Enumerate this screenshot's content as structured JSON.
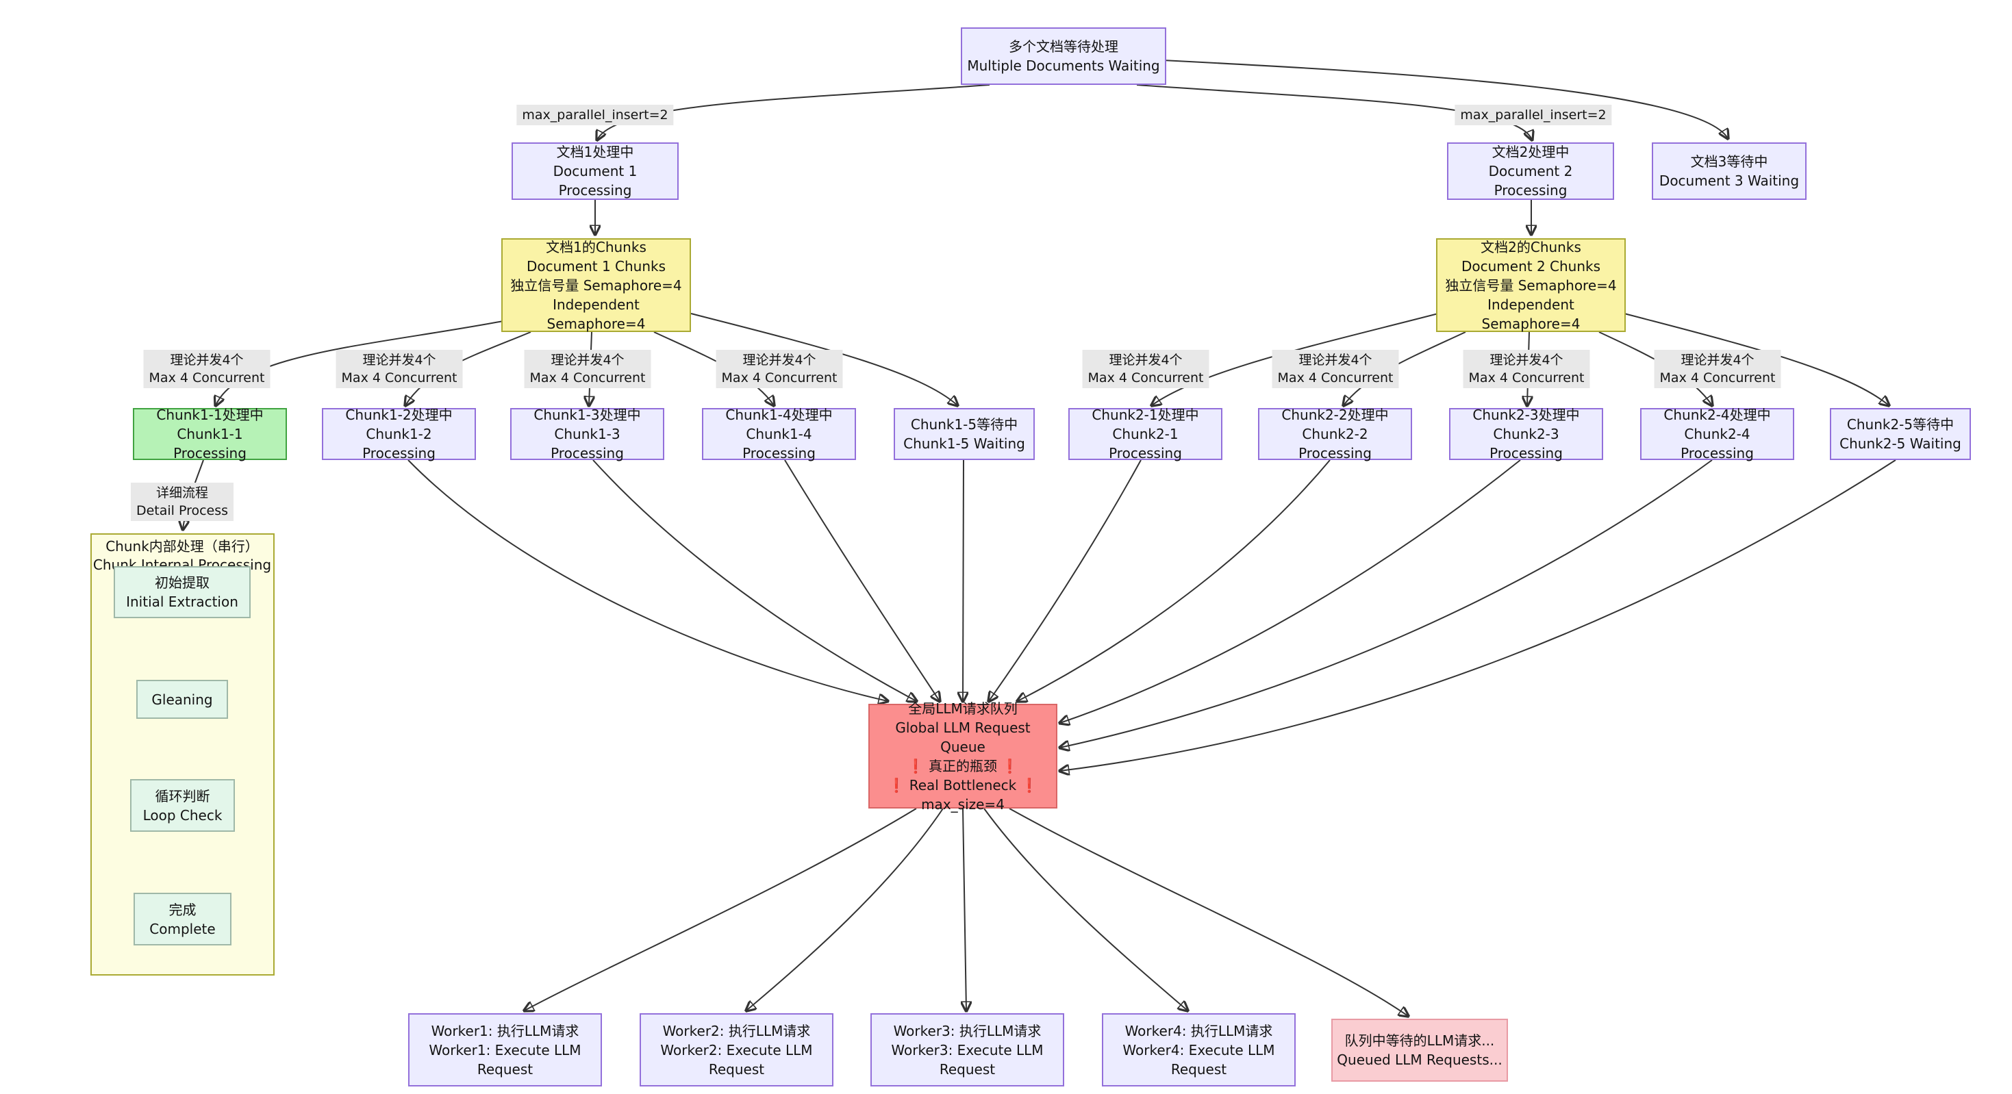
{
  "diagram": {
    "nodes": {
      "multi_docs": [
        "多个文档等待处理",
        "Multiple Documents Waiting"
      ],
      "doc1": [
        "文档1处理中",
        "Document 1 Processing"
      ],
      "doc2": [
        "文档2处理中",
        "Document 2 Processing"
      ],
      "doc3": [
        "文档3等待中",
        "Document 3 Waiting"
      ],
      "chunks1": [
        "文档1的Chunks",
        "Document 1 Chunks",
        "独立信号量 Semaphore=4",
        "Independent Semaphore=4"
      ],
      "chunks2": [
        "文档2的Chunks",
        "Document 2 Chunks",
        "独立信号量 Semaphore=4",
        "Independent Semaphore=4"
      ],
      "chunk1_1": [
        "Chunk1-1处理中",
        "Chunk1-1 Processing"
      ],
      "chunk1_2": [
        "Chunk1-2处理中",
        "Chunk1-2 Processing"
      ],
      "chunk1_3": [
        "Chunk1-3处理中",
        "Chunk1-3 Processing"
      ],
      "chunk1_4": [
        "Chunk1-4处理中",
        "Chunk1-4 Processing"
      ],
      "chunk1_5": [
        "Chunk1-5等待中",
        "Chunk1-5 Waiting"
      ],
      "chunk2_1": [
        "Chunk2-1处理中",
        "Chunk2-1 Processing"
      ],
      "chunk2_2": [
        "Chunk2-2处理中",
        "Chunk2-2 Processing"
      ],
      "chunk2_3": [
        "Chunk2-3处理中",
        "Chunk2-3 Processing"
      ],
      "chunk2_4": [
        "Chunk2-4处理中",
        "Chunk2-4 Processing"
      ],
      "chunk2_5": [
        "Chunk2-5等待中",
        "Chunk2-5 Waiting"
      ],
      "subgraph_title": [
        "Chunk内部处理（串行）",
        "Chunk Internal Processing"
      ],
      "initial_extraction": [
        "初始提取",
        "Initial Extraction"
      ],
      "gleaning": [
        "Gleaning"
      ],
      "loop_check": [
        "循环判断",
        "Loop Check"
      ],
      "complete": [
        "完成",
        "Complete"
      ],
      "queue": [
        "全局LLM请求队列",
        "Global LLM Request Queue",
        "❗ 真正的瓶颈 ❗",
        "❗ Real Bottleneck ❗",
        "max_size=4"
      ],
      "worker1": [
        "Worker1: 执行LLM请求",
        "Worker1: Execute LLM",
        "Request"
      ],
      "worker2": [
        "Worker2: 执行LLM请求",
        "Worker2: Execute LLM",
        "Request"
      ],
      "worker3": [
        "Worker3: 执行LLM请求",
        "Worker3: Execute LLM",
        "Request"
      ],
      "worker4": [
        "Worker4: 执行LLM请求",
        "Worker4: Execute LLM",
        "Request"
      ],
      "queued_requests": [
        "队列中等待的LLM请求...",
        "Queued LLM Requests..."
      ]
    },
    "edge_labels": {
      "max_parallel": "max_parallel_insert=2",
      "concurrent": [
        "理论并发4个",
        "Max 4 Concurrent"
      ],
      "detail": [
        "详细流程",
        "Detail Process"
      ]
    },
    "colors": {
      "node_default_fill": "#ECECFF",
      "node_default_border": "#9370DB",
      "chunks_fill": "#FAF3A6",
      "chunks_border": "#AAAA33",
      "active_chunk_fill": "#B6F2B6",
      "active_chunk_border": "#41A341",
      "subgraph_fill": "#FDFDE1",
      "inner_node_fill": "#E3F6EA",
      "queue_fill": "#FB8E8E",
      "queue_border": "#D96666",
      "queued_fill": "#FACDD1",
      "edge_label_bg": "#E8E8E8",
      "edge_color": "#333333"
    }
  }
}
